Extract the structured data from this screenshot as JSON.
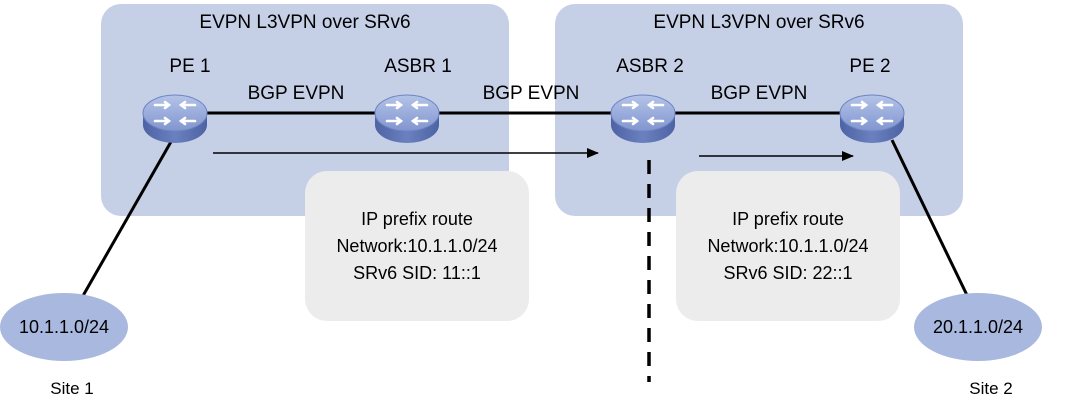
{
  "domains": [
    {
      "title": "EVPN L3VPN over SRv6"
    },
    {
      "title": "EVPN L3VPN over SRv6"
    }
  ],
  "devices": [
    {
      "label": "PE 1",
      "icon": "switch-icon"
    },
    {
      "label": "ASBR 1",
      "icon": "router-icon"
    },
    {
      "label": "ASBR 2",
      "icon": "router-icon"
    },
    {
      "label": "PE 2",
      "icon": "switch-icon"
    }
  ],
  "links": [
    {
      "label": "BGP EVPN"
    },
    {
      "label": "BGP EVPN"
    },
    {
      "label": "BGP EVPN"
    }
  ],
  "route_boxes": [
    {
      "title": "IP prefix route",
      "network": "Network:10.1.1.0/24",
      "sid": "SRv6 SID: 11::1"
    },
    {
      "title": "IP prefix route",
      "network": "Network:10.1.1.0/24",
      "sid": "SRv6 SID: 22::1"
    }
  ],
  "sites": [
    {
      "network": "10.1.1.0/24",
      "name": "Site 1"
    },
    {
      "network": "20.1.1.0/24",
      "name": "Site 2"
    }
  ],
  "colors": {
    "domain_fill": "#c5cfe6",
    "route_box_fill": "#ececec",
    "site_fill": "#a9b8de",
    "device_top": "#93a6d8",
    "device_side": "#5f75b5"
  }
}
